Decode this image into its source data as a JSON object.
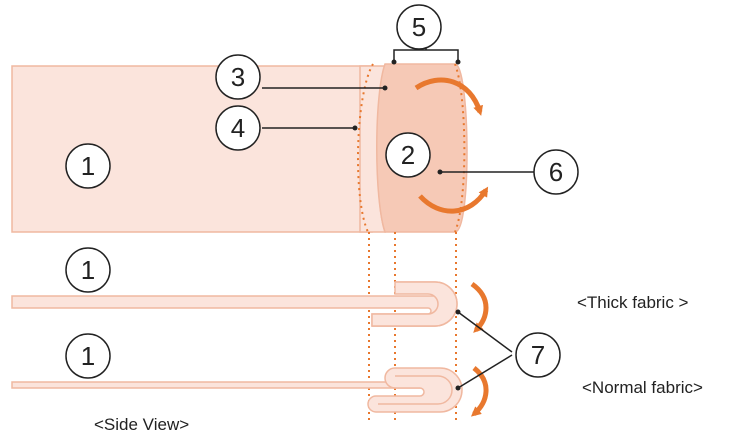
{
  "callouts": {
    "c1_top": "1",
    "c1_mid": "1",
    "c1_bot": "1",
    "c2": "2",
    "c3": "3",
    "c4": "4",
    "c5": "5",
    "c6": "6",
    "c7": "7"
  },
  "labels": {
    "thick_fabric": "<Thick fabric >",
    "normal_fabric": "<Normal fabric>",
    "side_view": "<Side View>"
  },
  "colors": {
    "fabric_fill": "#fbe4dc",
    "fabric_stroke": "#f0b8a0",
    "cuff_fill": "#f6c9b6",
    "arrow": "#e8782e",
    "dotted_line": "#e8782e",
    "line": "#222222"
  }
}
